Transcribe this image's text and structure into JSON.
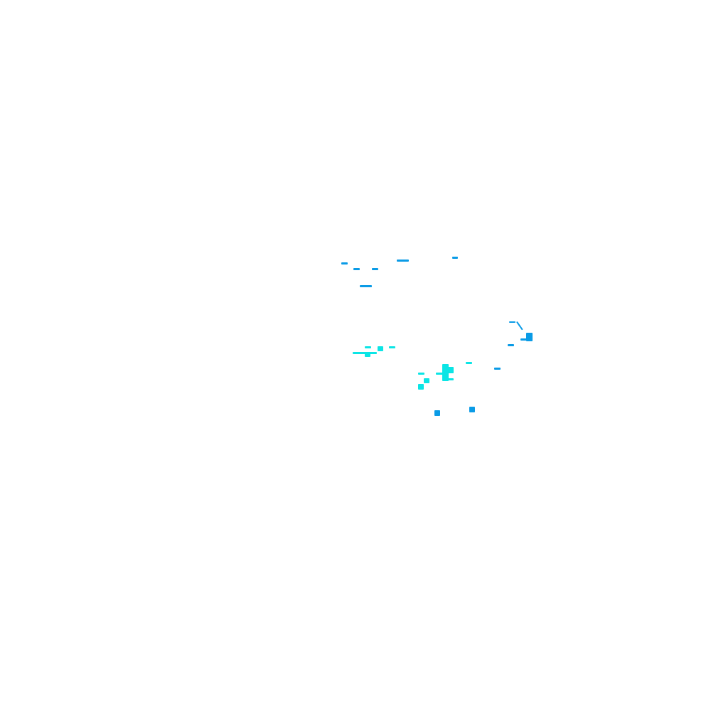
{
  "background_color": "#ffffff",
  "palette": {
    "blue": "#0a9be6",
    "cyan": "#0be5e5"
  },
  "fragment_groups": [
    {
      "name": "upper-blue-dashes",
      "color_key": "blue",
      "count": 7
    },
    {
      "name": "right-blue-marks",
      "color_key": "blue",
      "count": 5
    },
    {
      "name": "center-cyan-marks",
      "color_key": "cyan",
      "count": 12
    },
    {
      "name": "lower-blue-dots",
      "color_key": "blue",
      "count": 2
    }
  ]
}
